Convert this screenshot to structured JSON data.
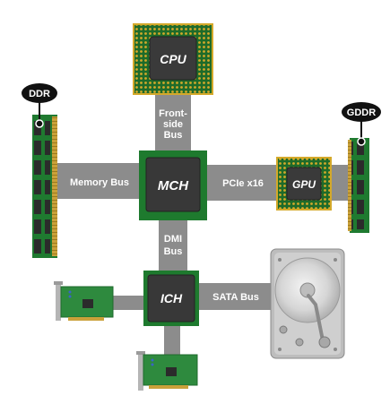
{
  "colors": {
    "bus": "#8c8c8c",
    "pcb_green": "#1e7a2e",
    "chip_die": "#3a3a3a",
    "pin_gold": "#d4a92a",
    "tag_black": "#111111"
  },
  "chips": {
    "cpu": "CPU",
    "mch": "MCH",
    "gpu": "GPU",
    "ich": "ICH"
  },
  "buses": {
    "fsb_line1": "Front-",
    "fsb_line2": "side",
    "fsb_line3": "Bus",
    "memory": "Memory Bus",
    "pcie": "PCIe x16",
    "dmi_line1": "DMI",
    "dmi_line2": "Bus",
    "sata": "SATA Bus"
  },
  "tags": {
    "ddr": "DDR",
    "gddr": "GDDR"
  }
}
